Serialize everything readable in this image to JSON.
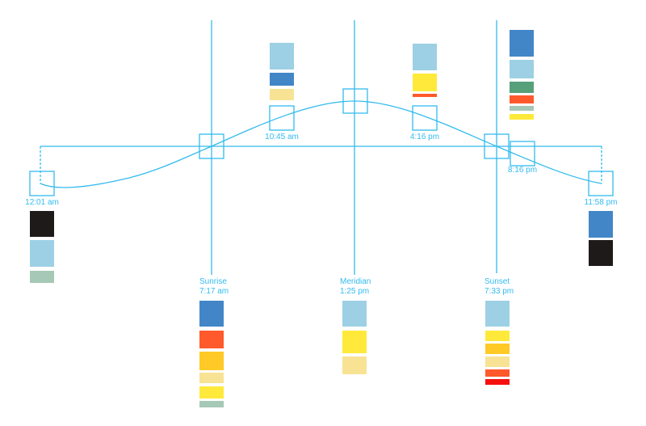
{
  "line_color": "#33bbee",
  "times": {
    "start": "12:01 am",
    "mid_morning": "10:45 am",
    "afternoon": "4:16 pm",
    "evening": "8:16 pm",
    "end": "11:58 pm"
  },
  "events": {
    "sunrise": {
      "name": "Sunrise",
      "time": "7:17 am"
    },
    "meridian": {
      "name": "Meridian",
      "time": "1:25 pm"
    },
    "sunset": {
      "name": "Sunset",
      "time": "7:33 pm"
    }
  },
  "palettes": {
    "start": [
      "#1e1a1a",
      "#9dd0e4",
      "#a6c8b6"
    ],
    "mid_morning": [
      "#9dd0e4",
      "#4286c8",
      "#f8e394"
    ],
    "afternoon": [
      "#9dd0e4",
      "#ffe93a",
      "#ff5a2c"
    ],
    "evening": [
      "#4286c8",
      "#9dd0e4",
      "#56a07a",
      "#ff5a2c",
      "#a6c8b6",
      "#ffe93a"
    ],
    "end": [
      "#4286c8",
      "#1e1a1a"
    ],
    "sunrise": [
      "#4286c8",
      "#ff5a2c",
      "#ffc926",
      "#f8e394",
      "#ffe93a",
      "#a6c8b6"
    ],
    "meridian": [
      "#9dd0e4",
      "#ffe93a",
      "#f8e394"
    ],
    "sunset": [
      "#9dd0e4",
      "#ffe93a",
      "#ffc926",
      "#f8e394",
      "#ff5a2c",
      "#f50f0f"
    ]
  }
}
